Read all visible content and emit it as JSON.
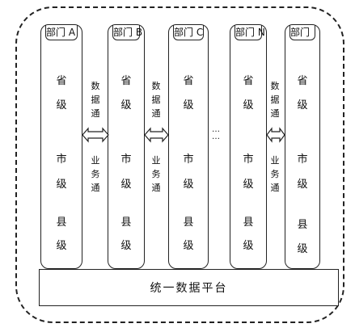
{
  "departments": [
    {
      "name": "部门 A",
      "levels": [
        "省",
        "级",
        "市",
        "级",
        "县",
        "级"
      ]
    },
    {
      "name": "部门 B",
      "levels": [
        "省",
        "级",
        "市",
        "级",
        "县",
        "级"
      ]
    },
    {
      "name": "部门 C",
      "levels": [
        "省",
        "级",
        "市",
        "级",
        "县",
        "级"
      ]
    },
    {
      "name": "部门 N",
      "levels": [
        "省",
        "级",
        "市",
        "级",
        "县",
        "级"
      ]
    },
    {
      "name": "部门",
      "levels": [
        "省",
        "级",
        "市",
        "级",
        "县",
        "级"
      ]
    }
  ],
  "connector_top": [
    "数",
    "据",
    "通"
  ],
  "connector_bottom": [
    "业",
    "务",
    "通"
  ],
  "ellipsis": "…",
  "platform": {
    "label": "统一数据平台"
  }
}
